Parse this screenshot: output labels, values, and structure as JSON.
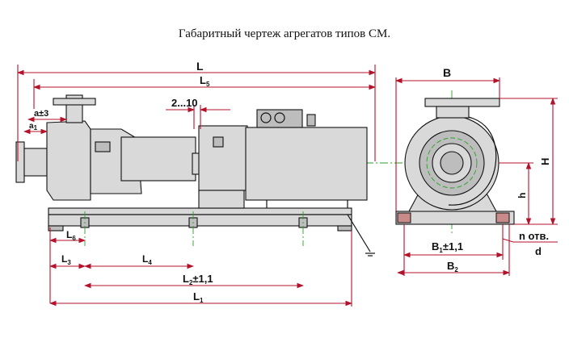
{
  "title": "Габаритный чертеж агрегатов типов СМ.",
  "dimensions": {
    "L": "L",
    "L5_main": "L",
    "L5_sub": "5",
    "gap": "2...10",
    "a3": "a±3",
    "a1_main": "a",
    "a1_sub": "1",
    "L6_main": "L",
    "L6_sub": "6",
    "L3_main": "L",
    "L3_sub": "3",
    "L4_main": "L",
    "L4_sub": "4",
    "L2_main": "L",
    "L2_sub": "2",
    "L2_tol": "±1,1",
    "L1_main": "L",
    "L1_sub": "1",
    "B": "B",
    "H": "H",
    "h": "h",
    "B1_main": "B",
    "B1_sub": "1",
    "B1_tol": "±1,1",
    "B2_main": "B",
    "B2_sub": "2",
    "n_holes": "n отв.",
    "d": "d"
  },
  "colors": {
    "dimension_lines": "#b4122a",
    "axis_lines": "#2aa02a",
    "body_fill": "#d9d9d9"
  }
}
